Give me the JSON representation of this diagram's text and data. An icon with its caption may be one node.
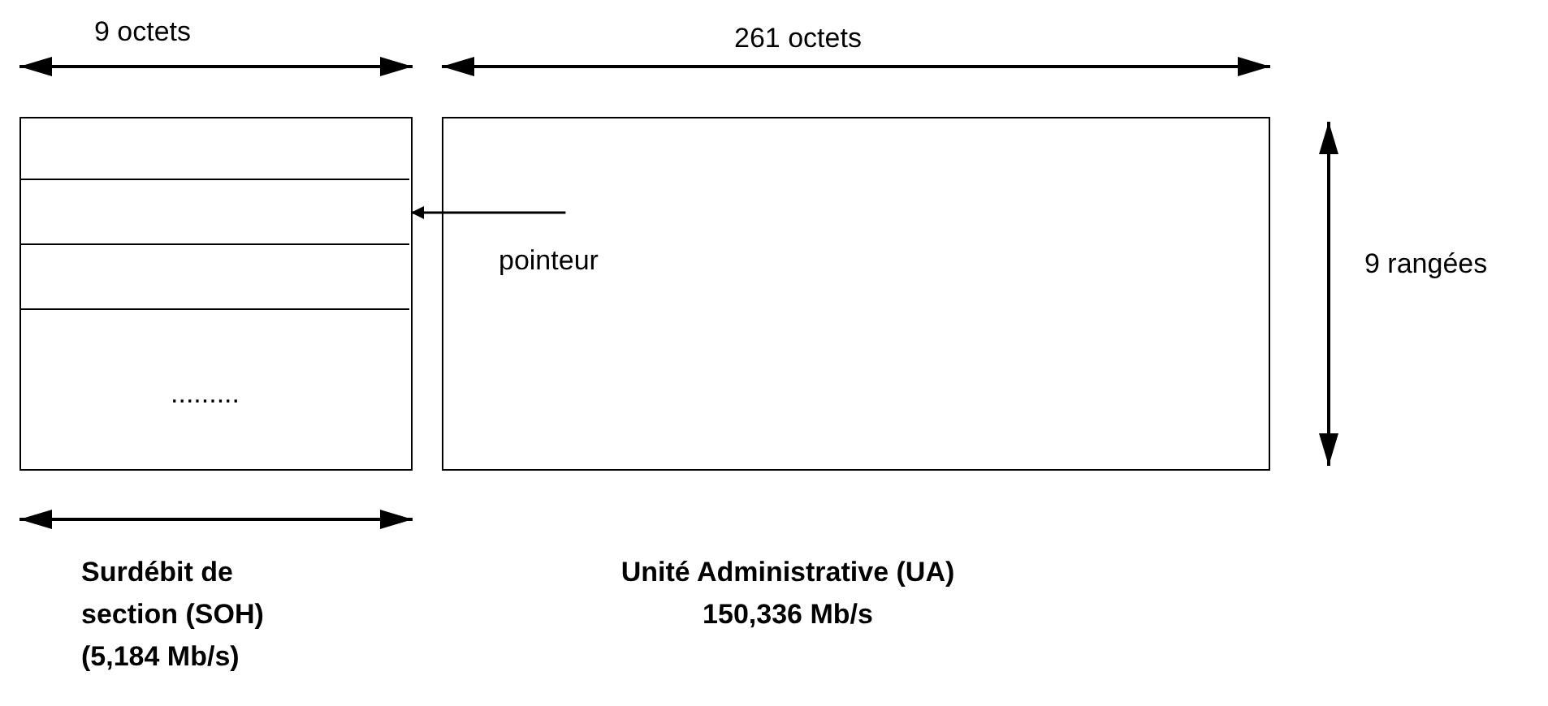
{
  "diagram": {
    "nodes": [
      {
        "text": [
          "........."
        ],
        "beside": [
          "Surdébit de section (SOH) (5,184 Mb/s)"
        ]
      },
      {
        "text": [],
        "shape": "box",
        "in": 0
      },
      {
        "text": [],
        "shape": "box",
        "in": 0
      },
      {
        "text": [],
        "shape": "box",
        "in": 0
      },
      {
        "text": [],
        "shape": "box",
        "beside": [
          "Unité Administrative (UA) 150,336 Mb/s"
        ]
      },
      {
        "text": [
          "pointeur"
        ],
        "in": 4
      }
    ],
    "edges": [
      {
        "from": 5,
        "to": 2,
        "arrow": "to"
      }
    ],
    "labels": [
      "9 octets",
      "261 octets",
      "9 rangées"
    ]
  }
}
